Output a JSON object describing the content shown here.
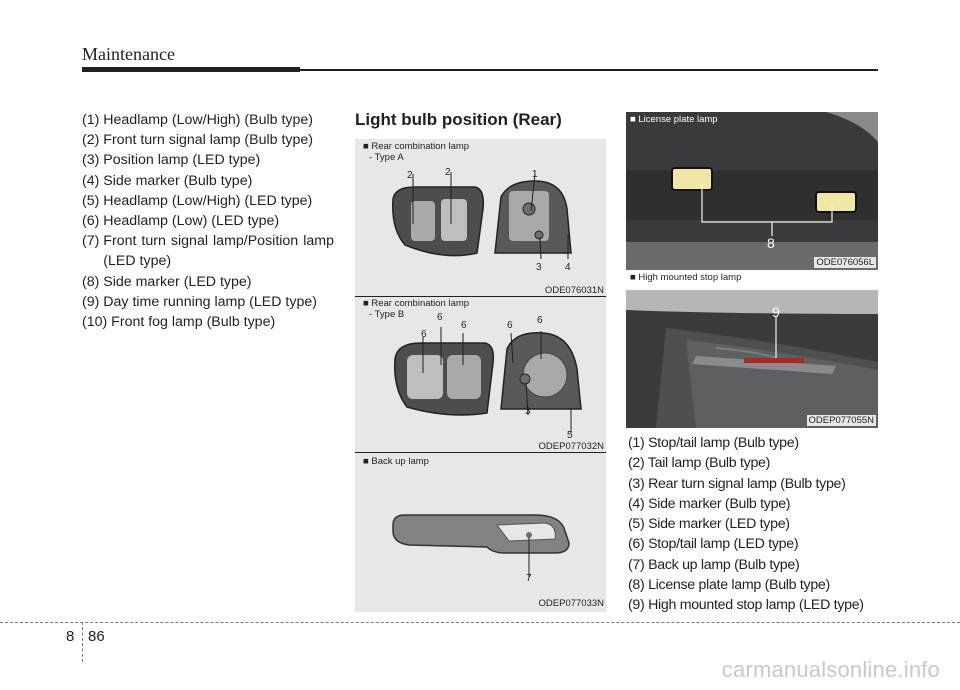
{
  "header": {
    "title": "Maintenance"
  },
  "front_list": [
    {
      "num": "(1) ",
      "text": "Headlamp (Low/High) (Bulb type)"
    },
    {
      "num": "(2) ",
      "text": "Front turn signal lamp (Bulb type)"
    },
    {
      "num": "(3) ",
      "text": "Position lamp (LED type)"
    },
    {
      "num": "(4) ",
      "text": "Side marker (Bulb type)"
    },
    {
      "num": "(5) ",
      "text": "Headlamp (Low/High) (LED type)"
    },
    {
      "num": "(6) ",
      "text": "Headlamp (Low) (LED type)"
    },
    {
      "num": "(7) ",
      "text": "Front turn signal lamp/Position lamp (LED type)"
    },
    {
      "num": "(8) ",
      "text": "Side marker (LED type)"
    },
    {
      "num": "(9) ",
      "text": "Day time running lamp (LED type)"
    },
    {
      "num": "(10) ",
      "text": "Front fog lamp (Bulb type)"
    }
  ],
  "section_title": "Light bulb position (Rear)",
  "panels": {
    "type_a": {
      "label1": "■ Rear combination lamp",
      "label2": "- Type A",
      "code": "ODE076031N",
      "callouts": [
        "2",
        "2",
        "1",
        "3",
        "4"
      ]
    },
    "type_b": {
      "label1": "■ Rear combination lamp",
      "label2": "- Type B",
      "code": "ODEP077032N",
      "callouts": [
        "6",
        "6",
        "6",
        "6",
        "6",
        "3",
        "5"
      ]
    },
    "backup": {
      "label1": "■ Back up lamp",
      "code": "ODEP077033N",
      "callouts": [
        "7"
      ]
    },
    "license": {
      "label1": "■ License plate lamp",
      "code": "ODE076056L",
      "callouts": [
        "8"
      ]
    },
    "high_stop": {
      "label1": "■ High mounted stop lamp",
      "code": "ODEP077055N",
      "callouts": [
        "9"
      ]
    }
  },
  "rear_list": [
    "(1) Stop/tail lamp (Bulb type)",
    "(2) Tail lamp (Bulb type)",
    "(3) Rear turn signal lamp (Bulb type)",
    "(4) Side marker (Bulb type)",
    "(5) Side marker (LED type)",
    "(6) Stop/tail lamp (LED type)",
    "(7) Back up lamp (Bulb type)",
    "(8) License plate lamp (Bulb type)",
    "(9) High mounted stop lamp (LED type)"
  ],
  "footer": {
    "chapter": "8",
    "page": "86",
    "watermark": "carmanualsonline.info"
  }
}
